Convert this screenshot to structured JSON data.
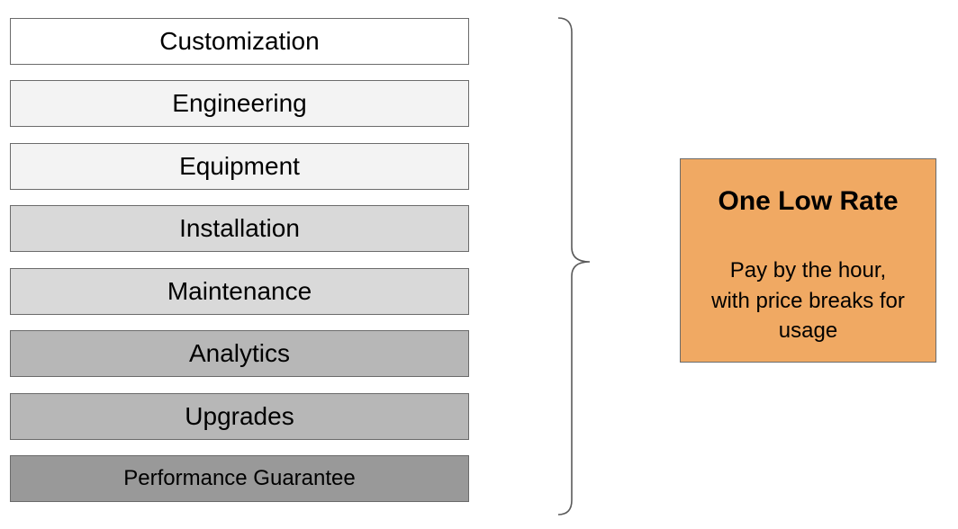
{
  "services": {
    "items": [
      {
        "label": "Customization",
        "color": "#ffffff"
      },
      {
        "label": "Engineering",
        "color": "#f3f3f3"
      },
      {
        "label": "Equipment",
        "color": "#f3f3f3"
      },
      {
        "label": "Installation",
        "color": "#d9d9d9"
      },
      {
        "label": "Maintenance",
        "color": "#d9d9d9"
      },
      {
        "label": "Analytics",
        "color": "#b7b7b7"
      },
      {
        "label": "Upgrades",
        "color": "#b7b7b7"
      },
      {
        "label": "Performance Guarantee",
        "color": "#999999"
      }
    ]
  },
  "rate_box": {
    "title": "One Low Rate",
    "description": "Pay by the hour,\nwith price breaks for\nusage",
    "color": "#f0a963"
  },
  "brace": {
    "icon": "curly-brace-right-icon"
  }
}
